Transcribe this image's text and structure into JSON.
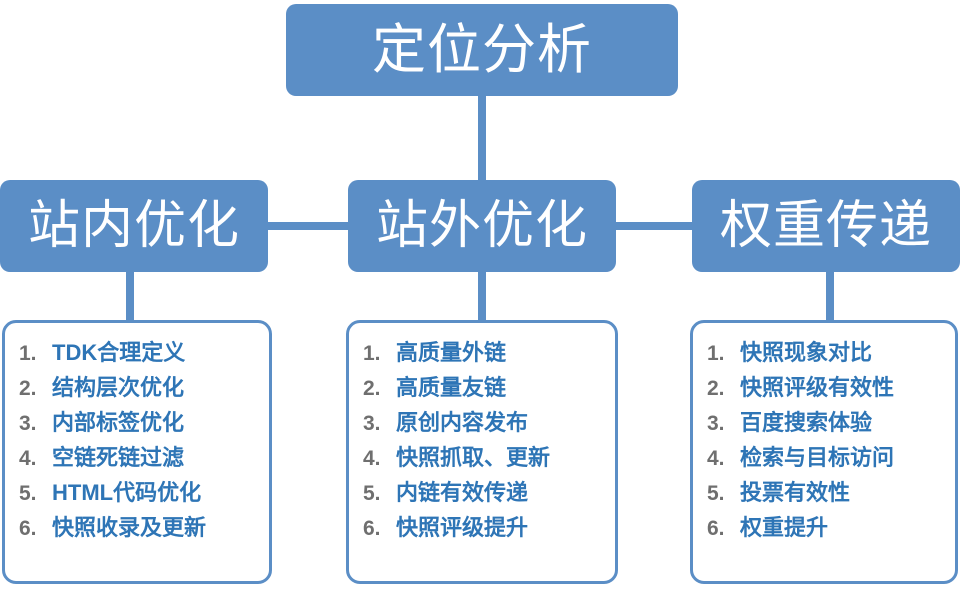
{
  "diagram": {
    "title": "定位分析",
    "theme": {
      "box_fill": "#5b8ec6",
      "box_text": "#ffffff",
      "connector": "#5b8ec6",
      "list_border": "#5b8ec6",
      "list_number": "#6f6f6f",
      "list_text": "#2e75b6",
      "background": "#ffffff"
    },
    "root": {
      "label": "定位分析"
    },
    "branches": [
      {
        "label": "站内优化",
        "items": [
          {
            "num": "1.",
            "text": "TDK合理定义"
          },
          {
            "num": "2.",
            "text": "结构层次优化"
          },
          {
            "num": "3.",
            "text": "内部标签优化"
          },
          {
            "num": "4.",
            "text": "空链死链过滤"
          },
          {
            "num": "5.",
            "text": "HTML代码优化"
          },
          {
            "num": "6.",
            "text": "快照收录及更新"
          }
        ]
      },
      {
        "label": "站外优化",
        "items": [
          {
            "num": "1.",
            "text": "高质量外链"
          },
          {
            "num": "2.",
            "text": "高质量友链"
          },
          {
            "num": "3.",
            "text": "原创内容发布"
          },
          {
            "num": "4.",
            "text": "快照抓取、更新"
          },
          {
            "num": "5.",
            "text": "内链有效传递"
          },
          {
            "num": "6.",
            "text": "快照评级提升"
          }
        ]
      },
      {
        "label": "权重传递",
        "items": [
          {
            "num": "1.",
            "text": "快照现象对比"
          },
          {
            "num": "2.",
            "text": "快照评级有效性"
          },
          {
            "num": "3.",
            "text": "百度搜索体验"
          },
          {
            "num": "4.",
            "text": "检索与目标访问"
          },
          {
            "num": "5.",
            "text": "投票有效性"
          },
          {
            "num": "6.",
            "text": "权重提升"
          }
        ]
      }
    ]
  }
}
